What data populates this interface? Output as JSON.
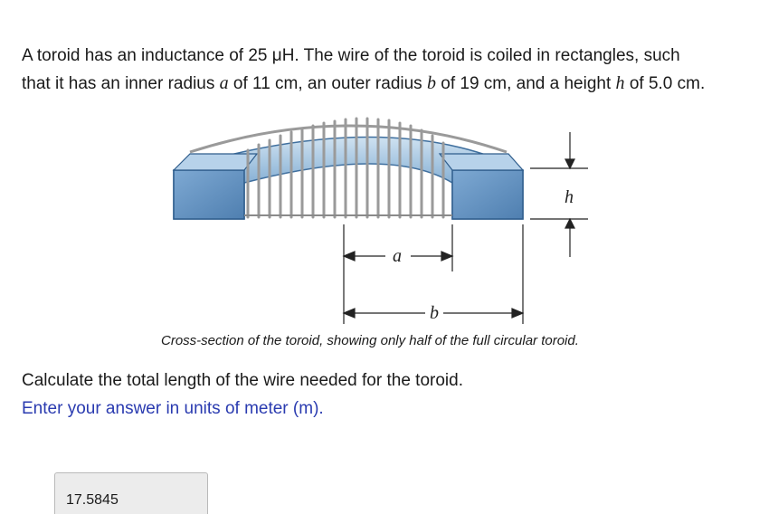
{
  "problem": {
    "p1": "A toroid has an inductance of 25 μH. The wire of the toroid is coiled in rectangles, such",
    "p2a": "that it has an inner radius ",
    "a": "a",
    "p2b": " of 11 cm, an outer radius ",
    "b": "b",
    "p2c": " of 19 cm, and a height ",
    "h": "h",
    "p2d": " of 5.0 cm."
  },
  "figure": {
    "label_a": "a",
    "label_b": "b",
    "label_h": "h",
    "caption": "Cross-section of the toroid, showing only half of the full circular toroid."
  },
  "question": "Calculate the total length of the wire needed for the toroid.",
  "instruction": "Enter your answer in units of meter (m).",
  "answer": {
    "value": "17.5845"
  }
}
